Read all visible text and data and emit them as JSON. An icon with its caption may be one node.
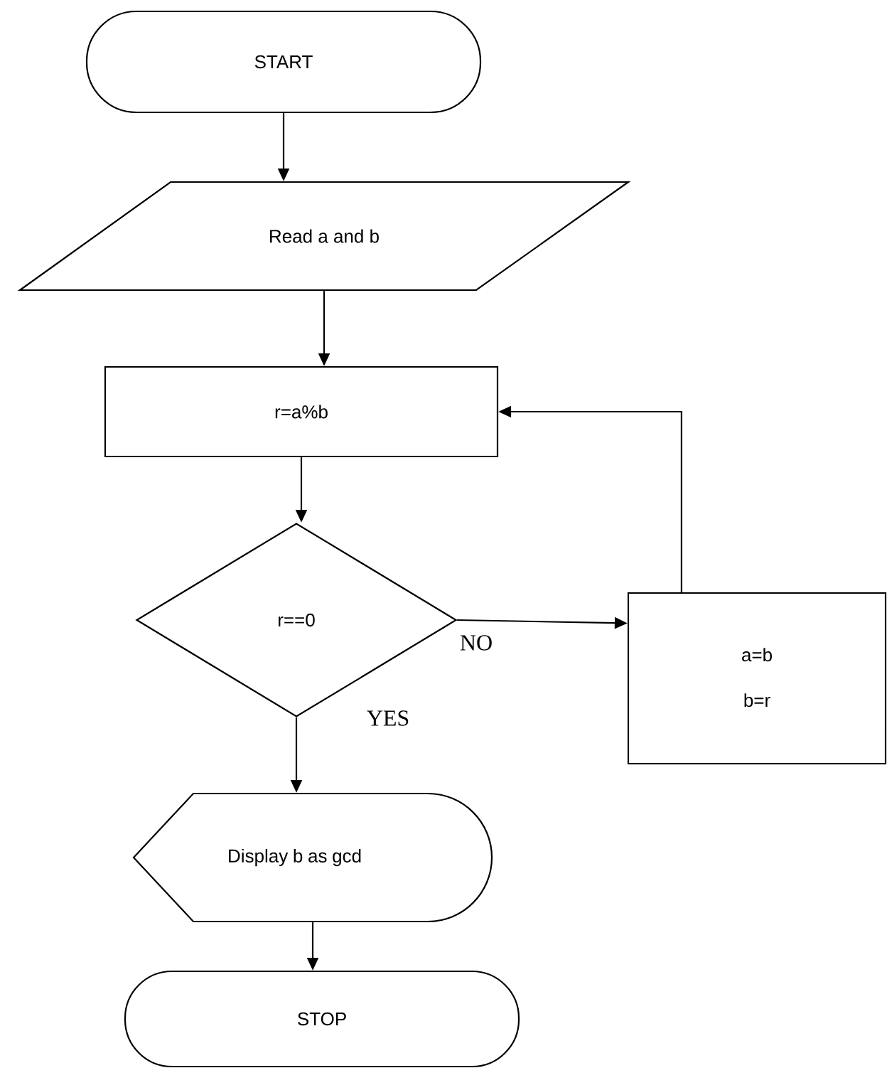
{
  "diagram": {
    "nodes": [
      {
        "text": [
          "START"
        ]
      },
      {
        "text": [
          "Read a and b"
        ]
      },
      {
        "text": [
          "r=a%b"
        ]
      },
      {
        "text": [
          "r==0"
        ]
      },
      {
        "text": [
          "a=b",
          "b=r"
        ]
      },
      {
        "text": [
          "Display b as gcd"
        ]
      },
      {
        "text": [
          "STOP"
        ]
      }
    ],
    "edges": [
      {
        "from": 0,
        "to": 1,
        "arrow": "to"
      },
      {
        "from": 1,
        "to": 2,
        "arrow": "to"
      },
      {
        "from": 2,
        "to": 3,
        "arrow": "to"
      },
      {
        "from": 3,
        "to": 4,
        "arrow": "to",
        "label": "NO"
      },
      {
        "from": 3,
        "to": 5,
        "arrow": "to",
        "label": "YES"
      },
      {
        "from": 4,
        "to": 2,
        "arrow": "to"
      },
      {
        "from": 5,
        "to": 6,
        "arrow": "to"
      }
    ]
  }
}
